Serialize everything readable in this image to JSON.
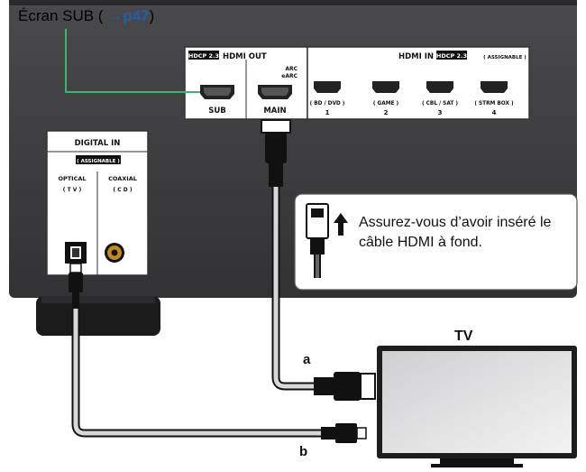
{
  "callout": {
    "prefix": "Écran SUB ( ",
    "link": "→p47",
    "suffix": ")"
  },
  "hdmi_out": {
    "badge": "HDCP 2.3",
    "title": "HDMI OUT",
    "sub_label": "SUB",
    "main_label": "MAIN",
    "arc_line1": "ARC",
    "arc_line2": "eARC"
  },
  "hdmi_in": {
    "title": "HDMI IN",
    "badge": "HDCP 2.3",
    "assignable": "( ASSIGNABLE )",
    "ports": [
      {
        "name": "( BD / DVD )",
        "num": "1"
      },
      {
        "name": "( GAME )",
        "num": "2"
      },
      {
        "name": "( CBL / SAT )",
        "num": "3"
      },
      {
        "name": "( STRM BOX )",
        "num": "4"
      }
    ]
  },
  "digital_in": {
    "title": "DIGITAL IN",
    "assignable": "( ASSIGNABLE )",
    "optical": "OPTICAL",
    "optical_sub": "( T V )",
    "coaxial": "COAXIAL",
    "coaxial_sub": "( C D )"
  },
  "note": "Assurez-vous d’avoir inséré le câble HDMI à fond.",
  "tv_label": "TV",
  "cable_a": "a",
  "cable_b": "b",
  "colors": {
    "panel": "#3b3b3d",
    "panel_dark": "#242426",
    "panel_box": "#ffffff",
    "callout_line": "#3cb371",
    "link": "#1f5fa8",
    "coax_ring": "#c08a1e",
    "cable": "#d8d8d8"
  }
}
